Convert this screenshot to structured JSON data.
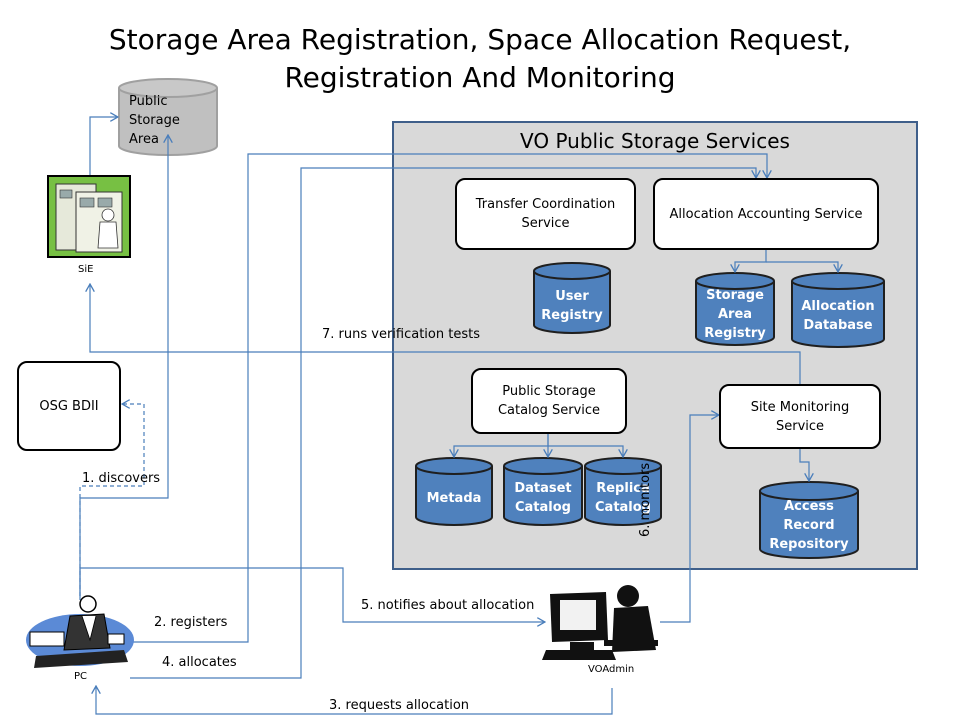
{
  "title": {
    "line1": "Storage Area Registration, Space Allocation Request,",
    "line2": "Registration And Monitoring"
  },
  "panel": {
    "title": "VO Public Storage Services"
  },
  "services": {
    "transfer_coordination": {
      "line1": "Transfer Coordination",
      "line2": "Service"
    },
    "allocation_accounting": {
      "label": "Allocation Accounting Service"
    },
    "public_storage_catalog": {
      "line1": "Public Storage",
      "line2": "Catalog Service"
    },
    "site_monitoring": {
      "line1": "Site Monitoring",
      "line2": "Service"
    }
  },
  "databases": {
    "user_registry": {
      "line1": "User",
      "line2": "Registry"
    },
    "storage_area_registry": {
      "line1": "Storage",
      "line2": "Area",
      "line3": "Registry"
    },
    "allocation_database": {
      "line1": "Allocation",
      "line2": "Database"
    },
    "metadata": {
      "line1": "Metada"
    },
    "dataset_catalog": {
      "line1": "Dataset",
      "line2": "Catalog"
    },
    "replica_catalog": {
      "line1": "Replica",
      "line2": "Catalog"
    },
    "access_record_repository": {
      "line1": "Access",
      "line2": "Record",
      "line3": "Repository"
    },
    "public_storage_area": {
      "line1": "Public",
      "line2": "Storage",
      "line3": "Area"
    }
  },
  "osg_bdii": {
    "label": "OSG BDII"
  },
  "actors": {
    "sie": "SiE",
    "pc": "PC",
    "voadmin": "VOAdmin"
  },
  "steps": {
    "discovers": "1. discovers",
    "registers": "2. registers",
    "requests_allocation": "3. requests allocation",
    "allocates": "4. allocates",
    "notifies": "5. notifies about allocation",
    "monitors": "6. monitors",
    "runs_tests": "7. runs verification tests"
  },
  "colors": {
    "db_fill": "#4f81bd",
    "db_stroke": "#000000",
    "arrow": "#4a7ebb",
    "panel_fill": "#d9d9d9",
    "panel_border": "#3f5f8a",
    "gray_db": "#c0c0c0"
  }
}
